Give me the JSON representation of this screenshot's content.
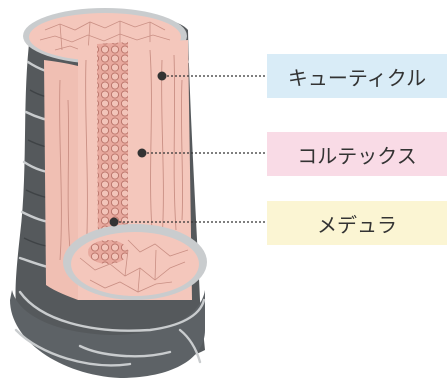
{
  "labels": {
    "cuticle": "キューティクル",
    "cortex": "コルテックス",
    "medulla": "メデュラ"
  },
  "colors": {
    "cuticle_outer": "#55595c",
    "cuticle_face": "#6c7175",
    "cuticle_edge": "#c9ccce",
    "cortex": "#f4c7bc",
    "cortex_line": "#c98f84",
    "medulla": "#e8a99e",
    "cuticle_box": "#d9ecf7",
    "cortex_box": "#f9dbe6",
    "medulla_box": "#fbf5d3"
  }
}
